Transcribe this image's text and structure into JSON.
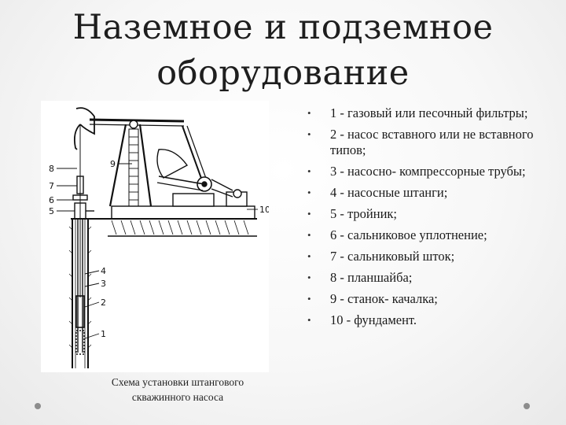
{
  "slide": {
    "title_line1": "Наземное и подземное",
    "title_line2": "оборудование"
  },
  "diagram": {
    "caption_line1": "Схема установки штангового",
    "caption_line2": "скважинного насоса",
    "callouts": [
      "8",
      "7",
      "6",
      "5",
      "9",
      "10",
      "4",
      "3",
      "2",
      "1"
    ]
  },
  "legend": {
    "items": [
      "1 - газовый или песочный фильтры;",
      "2 - насос  вставного или не вставного типов;",
      "3 - насосно- компрессорные трубы;",
      "4 - насосные штанги;",
      "5 - тройник;",
      "6 - сальниковое уплотнение;",
      "7 - сальниковый шток;",
      "8 - планшайба;",
      "9 - станок- качалка;",
      "10 - фундамент."
    ]
  }
}
